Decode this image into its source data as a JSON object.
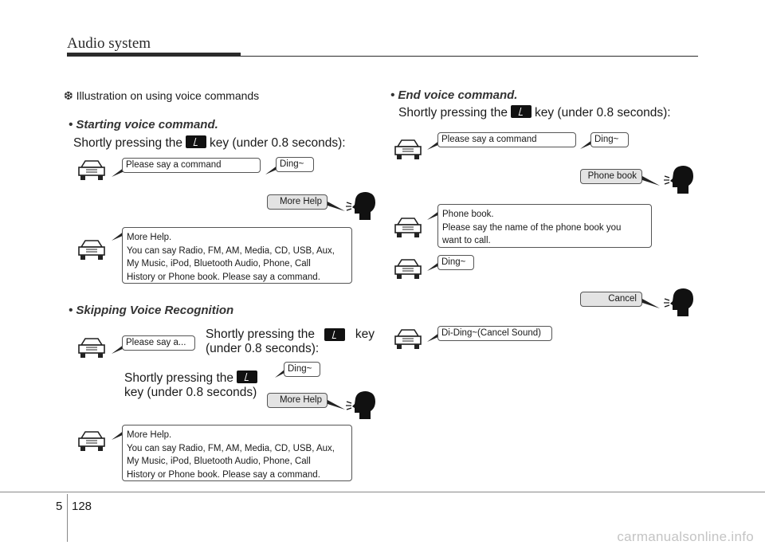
{
  "header": {
    "title": "Audio system"
  },
  "intro": {
    "marker": "❆",
    "text": "Illustration on using voice commands"
  },
  "sections": {
    "starting": {
      "title": "• Starting voice command.",
      "instr_pre": "Shortly pressing the",
      "instr_post": "key (under 0.8 seconds):",
      "b1": "Please say a command",
      "b2": "Ding~",
      "b3": "More Help",
      "b4_l1": "More Help.",
      "b4_l2": "You can say Radio, FM, AM, Media, CD, USB, Aux,",
      "b4_l3": "My Music, iPod, Bluetooth Audio, Phone, Call",
      "b4_l4": "History or Phone book. Please say a command."
    },
    "skipping": {
      "title": "• Skipping Voice Recognition",
      "instr1_pre": "Shortly pressing the",
      "instr1_post": "key",
      "instr1_l2": "(under 0.8 seconds):",
      "b1": "Please say a...",
      "instr2_pre": "Shortly pressing the",
      "instr2_l2": "key (under 0.8 seconds)",
      "b2": "Ding~",
      "b3": "More Help",
      "b4_l1": "More Help.",
      "b4_l2": "You can say Radio, FM, AM, Media, CD, USB, Aux,",
      "b4_l3": "My Music, iPod, Bluetooth Audio, Phone, Call",
      "b4_l4": "History or Phone book. Please say a command."
    },
    "ending": {
      "title": "• End voice command.",
      "instr_pre": "Shortly pressing the",
      "instr_post": "key (under 0.8 seconds):",
      "b1": "Please say a command",
      "b2": "Ding~",
      "b3": "Phone book",
      "b4_l1": "Phone book.",
      "b4_l2": "Please say the name of the phone book you",
      "b4_l3": "want to call.",
      "b5": "Ding~",
      "b6": "Cancel",
      "b7": "Di-Ding~(Cancel Sound)"
    }
  },
  "footer": {
    "section": "5",
    "page": "128"
  },
  "watermark": "carmanualsonline.info",
  "icons": {
    "car": "car-icon",
    "speaker": "speaking-head-icon",
    "voice_key": "talk-key-icon"
  }
}
